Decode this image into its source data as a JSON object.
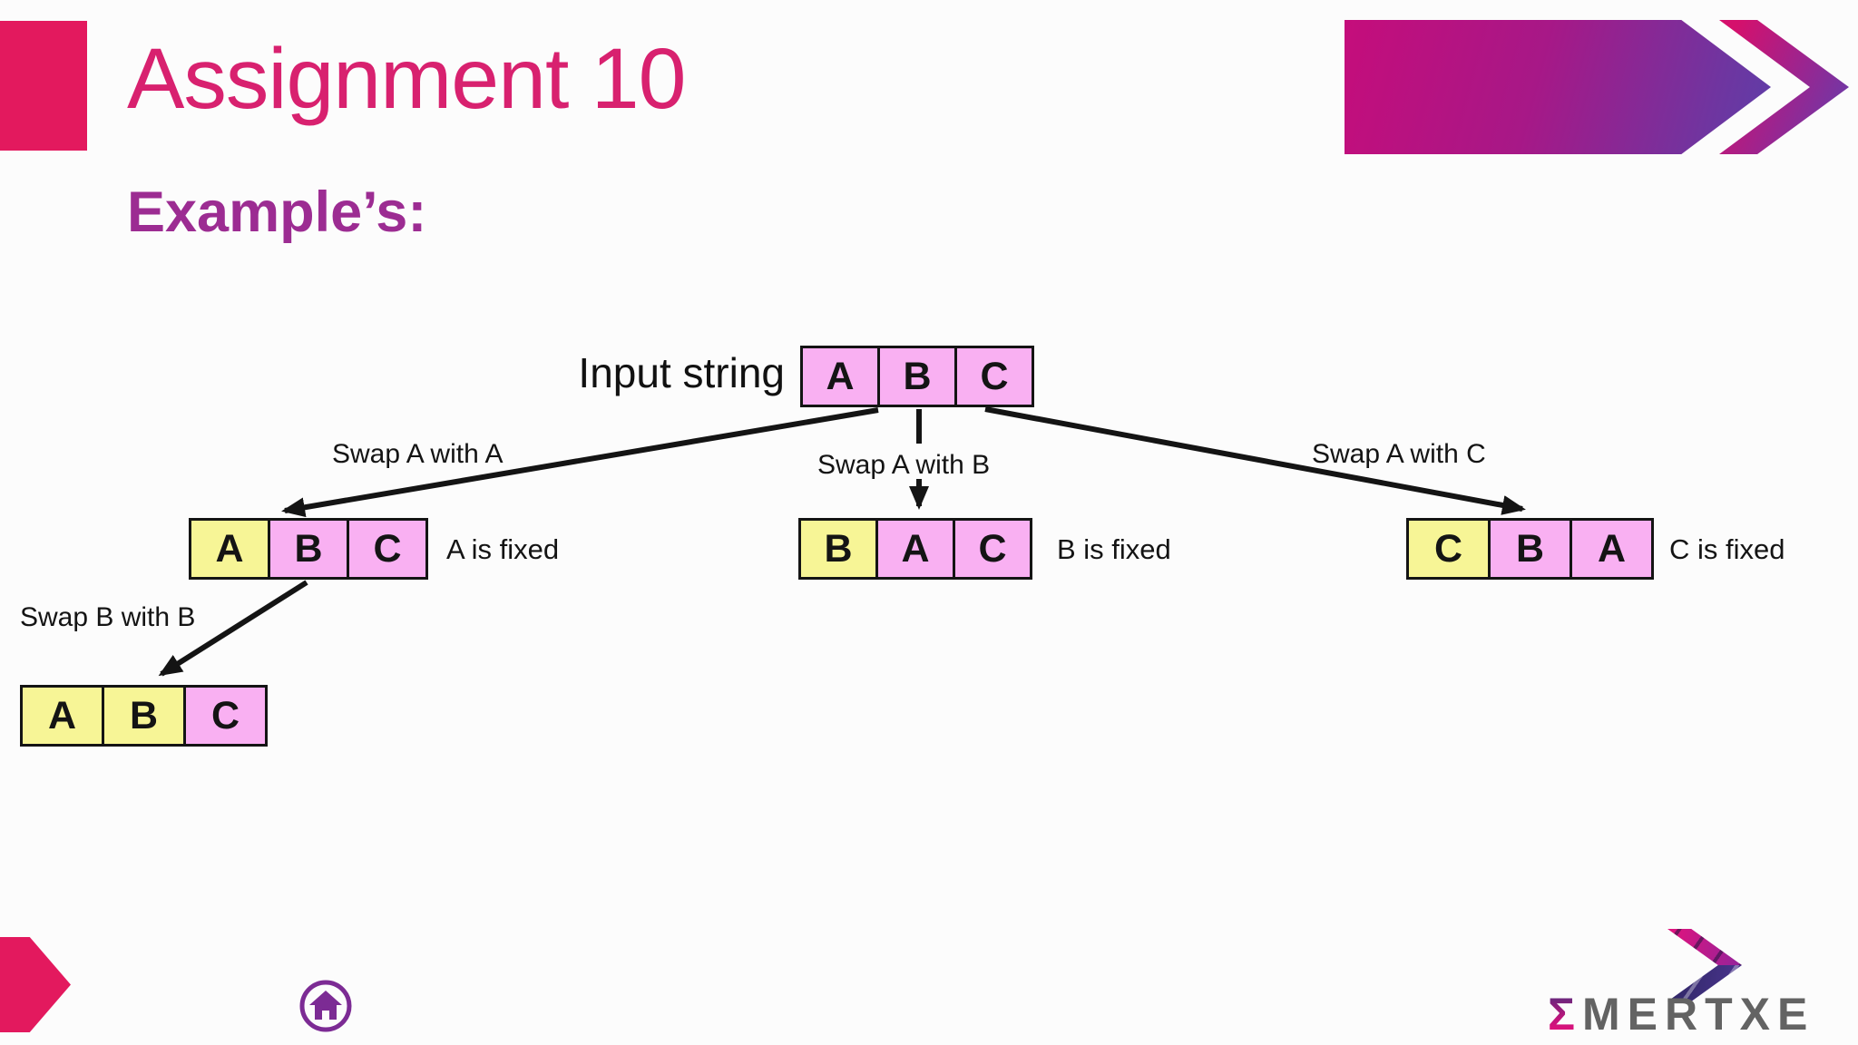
{
  "slide": {
    "title": "Assignment 10",
    "subtitle": "Example’s:"
  },
  "diagram": {
    "input_label": "Input string",
    "rows": [
      {
        "id": "input-string",
        "cells": [
          {
            "letter": "A",
            "fixed": false
          },
          {
            "letter": "B",
            "fixed": false
          },
          {
            "letter": "C",
            "fixed": false
          }
        ]
      },
      {
        "id": "a-fixed",
        "note": "A is fixed",
        "cells": [
          {
            "letter": "A",
            "fixed": true
          },
          {
            "letter": "B",
            "fixed": false
          },
          {
            "letter": "C",
            "fixed": false
          }
        ]
      },
      {
        "id": "b-fixed",
        "note": "B is fixed",
        "cells": [
          {
            "letter": "B",
            "fixed": true
          },
          {
            "letter": "A",
            "fixed": false
          },
          {
            "letter": "C",
            "fixed": false
          }
        ]
      },
      {
        "id": "c-fixed",
        "note": "C is fixed",
        "cells": [
          {
            "letter": "C",
            "fixed": true
          },
          {
            "letter": "B",
            "fixed": false
          },
          {
            "letter": "A",
            "fixed": false
          }
        ]
      },
      {
        "id": "ab-fixed",
        "cells": [
          {
            "letter": "A",
            "fixed": true
          },
          {
            "letter": "B",
            "fixed": true
          },
          {
            "letter": "C",
            "fixed": false
          }
        ]
      }
    ],
    "edges": [
      {
        "label": "Swap A with A"
      },
      {
        "label": "Swap A with B"
      },
      {
        "label": "Swap A with C"
      },
      {
        "label": "Swap B with B"
      }
    ]
  },
  "footer": {
    "home_icon": "home",
    "logo": {
      "sigma": "Σ",
      "text": "MERTXE"
    }
  },
  "colors": {
    "accent_pink": "#E3195E",
    "title_pink": "#D8216F",
    "subtitle_purple": "#9C2C92",
    "cell_pink": "#F9B0F2",
    "cell_yellow": "#F7F596",
    "banner_gradient_start": "#C50D7B",
    "banner_gradient_end": "#5D3EA8",
    "home_purple": "#7C2B94",
    "logo_gray": "#636363"
  }
}
